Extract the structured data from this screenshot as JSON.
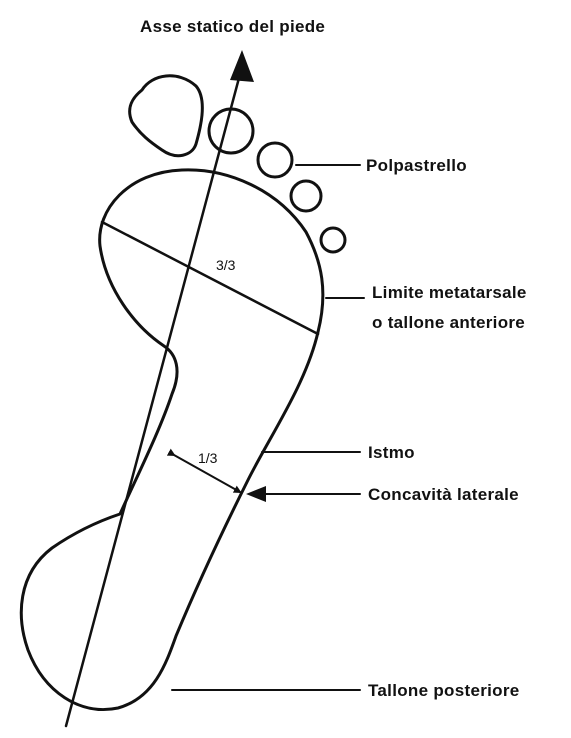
{
  "title": "Asse statico del piede",
  "callouts": {
    "polpastrello": "Polpastrello",
    "limite_line1": "Limite metatarsale",
    "limite_line2": "o tallone anteriore",
    "istmo": "Istmo",
    "concavita": "Concavità laterale",
    "tallone_posteriore": "Tallone posteriore"
  },
  "measures": {
    "metatarsal_width": "3/3",
    "isthmus_width": "1/3"
  },
  "colors": {
    "ink": "#111111",
    "background": "#ffffff"
  }
}
